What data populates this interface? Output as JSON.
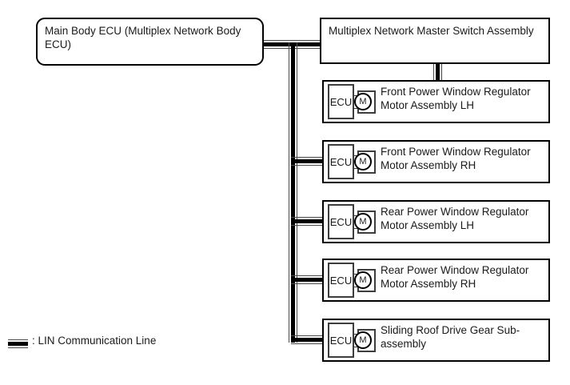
{
  "nodes": {
    "main_body_ecu": {
      "label": "Main Body ECU (Multiplex Network Body ECU)"
    },
    "master_switch": {
      "label": "Multiplex Network Master Switch Assembly"
    }
  },
  "devices": [
    {
      "ecu_label": "ECU",
      "motor_label": "M",
      "label": "Front Power Window Regulator Motor Assembly LH"
    },
    {
      "ecu_label": "ECU",
      "motor_label": "M",
      "label": "Front Power Window Regulator Motor Assembly RH"
    },
    {
      "ecu_label": "ECU",
      "motor_label": "M",
      "label": "Rear Power Window Regulator Motor Assembly LH"
    },
    {
      "ecu_label": "ECU",
      "motor_label": "M",
      "label": "Rear Power Window Regulator Motor Assembly RH"
    },
    {
      "ecu_label": "ECU",
      "motor_label": "M",
      "label": "Sliding Roof Drive Gear Sub-assembly"
    }
  ],
  "connections": [
    {
      "from": "main_body_ecu",
      "to": "master_switch",
      "type": "LIN"
    },
    {
      "from": "master_switch",
      "to": "device-0",
      "type": "LIN"
    },
    {
      "from": "main_body_ecu_bus",
      "to": "device-1",
      "type": "LIN"
    },
    {
      "from": "main_body_ecu_bus",
      "to": "device-2",
      "type": "LIN"
    },
    {
      "from": "main_body_ecu_bus",
      "to": "device-3",
      "type": "LIN"
    },
    {
      "from": "main_body_ecu_bus",
      "to": "device-4",
      "type": "LIN"
    }
  ],
  "legend": {
    "label": ": LIN Communication Line"
  },
  "colors": {
    "line_thick": "#000000",
    "line_thin": "#4a4a4a",
    "box_border": "#000000",
    "inner_border": "#3d3d3d",
    "background": "#ffffff"
  }
}
